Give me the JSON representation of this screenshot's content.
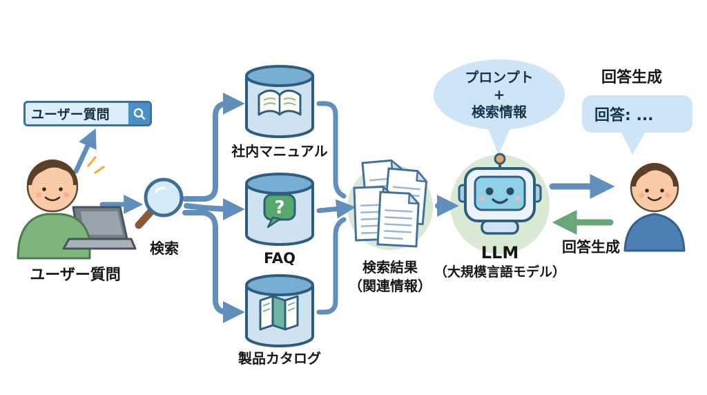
{
  "diagram": {
    "search_box": {
      "text": "ユーザー質問"
    },
    "user_left_label": "ユーザー質問",
    "search_label": "検索",
    "databases": [
      {
        "label": "社内マニュアル"
      },
      {
        "label": "FAQ",
        "icon_glyph": "?"
      },
      {
        "label": "製品カタログ"
      }
    ],
    "results": {
      "line1": "検索結果",
      "line2": "（関連情報）"
    },
    "llm": {
      "label": "LLM",
      "sublabel": "（大規模言語モデル）"
    },
    "prompt_bubble": {
      "line1": "プロンプト",
      "line2": "+",
      "line3": "検索情報"
    },
    "answer_generation_top": "回答生成",
    "answer_bubble_text": "回答: ...",
    "answer_generation_bottom": "回答生成",
    "colors": {
      "arrow_blue": "#5f8fba",
      "arrow_green": "#68a878",
      "bubble_blue": "#cfe4f4",
      "db_top": "#79aed3",
      "db_body": "#cfe2f0",
      "outline": "#2e5d80",
      "circle_green": "#d9e9d3",
      "search_button": "#4a90c8"
    }
  }
}
